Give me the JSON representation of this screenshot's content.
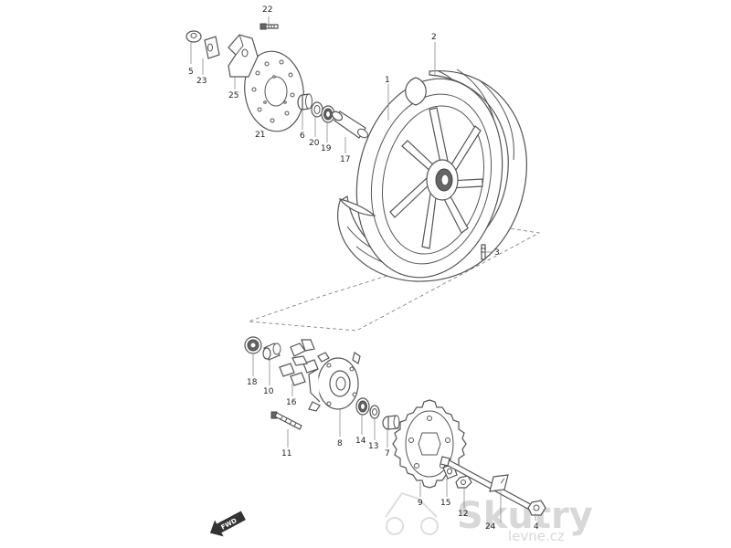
{
  "callouts": [
    {
      "id": "c1",
      "label": "1"
    },
    {
      "id": "c2",
      "label": "2"
    },
    {
      "id": "c3",
      "label": "3"
    },
    {
      "id": "c4",
      "label": "4"
    },
    {
      "id": "c5",
      "label": "5"
    },
    {
      "id": "c6",
      "label": "6"
    },
    {
      "id": "c7",
      "label": "7"
    },
    {
      "id": "c8",
      "label": "8"
    },
    {
      "id": "c9",
      "label": "9"
    },
    {
      "id": "c10",
      "label": "10"
    },
    {
      "id": "c11",
      "label": "11"
    },
    {
      "id": "c12",
      "label": "12"
    },
    {
      "id": "c13",
      "label": "13"
    },
    {
      "id": "c14",
      "label": "14"
    },
    {
      "id": "c15",
      "label": "15"
    },
    {
      "id": "c16",
      "label": "16"
    },
    {
      "id": "c17",
      "label": "17"
    },
    {
      "id": "c18",
      "label": "18"
    },
    {
      "id": "c19",
      "label": "19"
    },
    {
      "id": "c20",
      "label": "20"
    },
    {
      "id": "c21",
      "label": "21"
    },
    {
      "id": "c22",
      "label": "22"
    },
    {
      "id": "c23",
      "label": "23"
    },
    {
      "id": "c24",
      "label": "24"
    },
    {
      "id": "c25",
      "label": "25"
    }
  ],
  "direction_arrow": {
    "label": "FWD",
    "icon": "forward-arrow-icon"
  },
  "watermark": {
    "brand": "Skutry",
    "domain": "levne.cz",
    "color": "#d8d8d8"
  },
  "colors": {
    "line": "#555555",
    "text": "#222222"
  }
}
